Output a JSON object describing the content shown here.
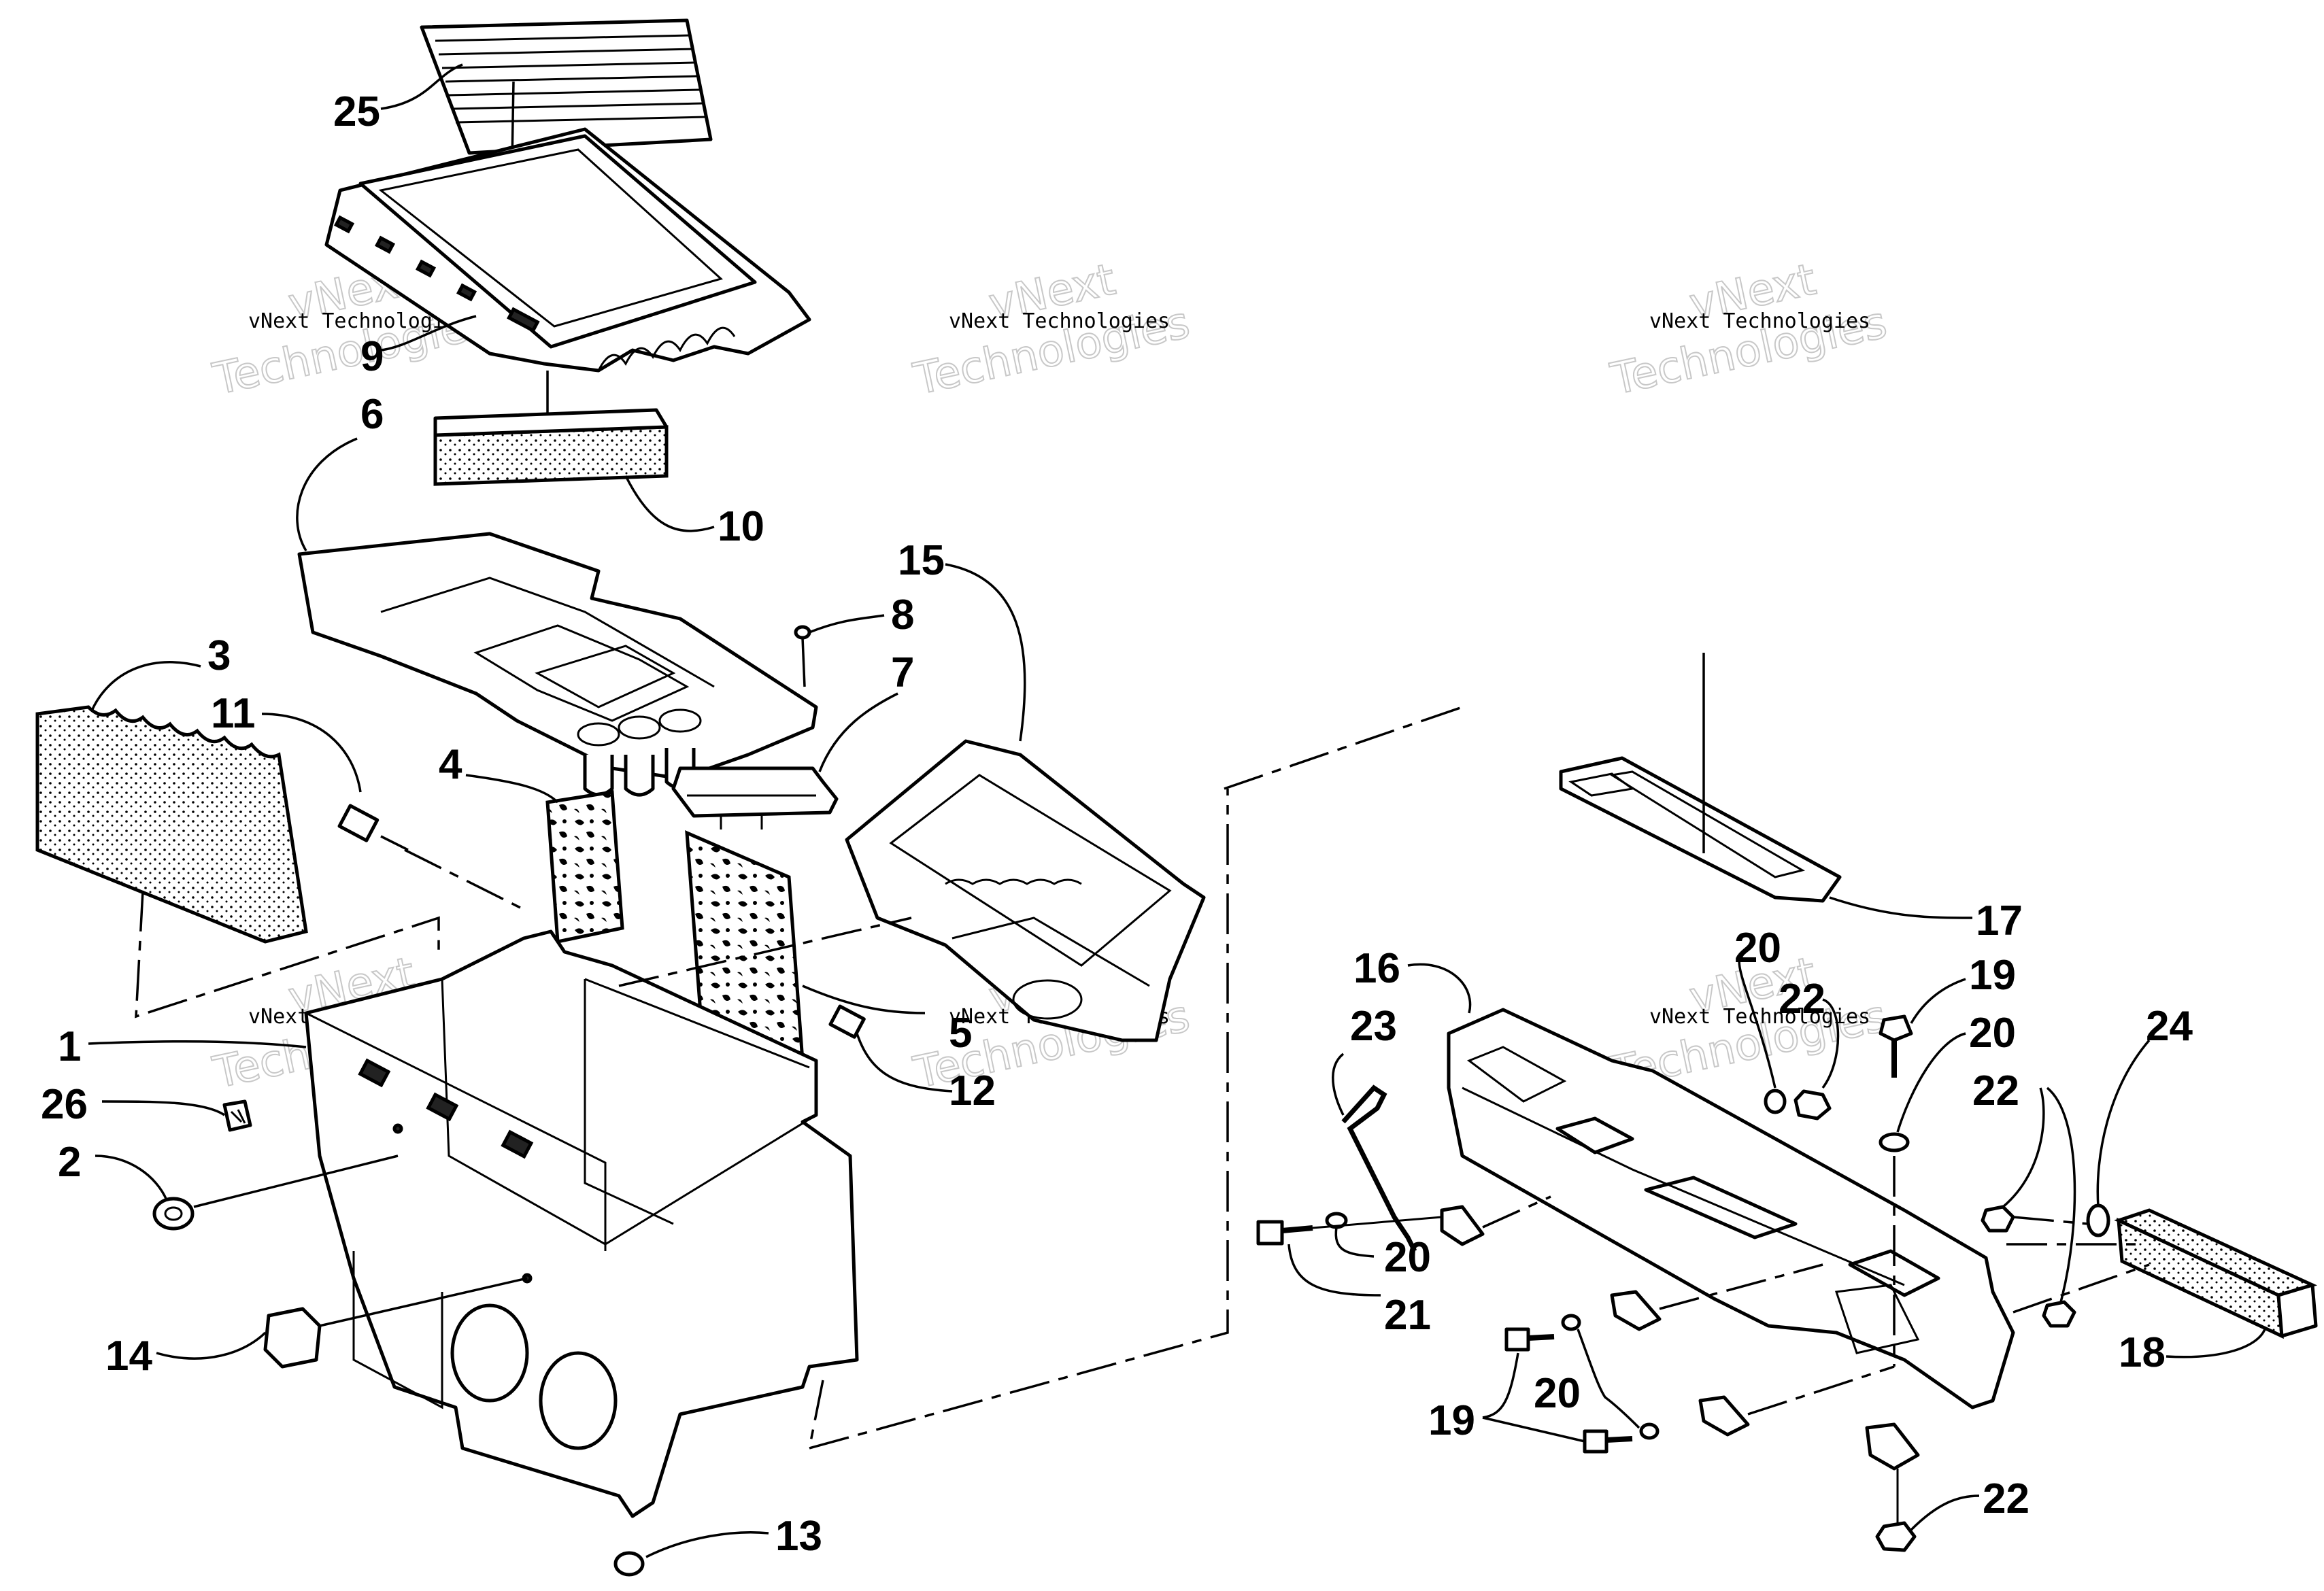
{
  "watermark": {
    "small_text": "vNext Technologies",
    "ghost_line1": "vNext",
    "ghost_line2": "Technologies"
  },
  "callouts": {
    "c1": "1",
    "c2": "2",
    "c3": "3",
    "c4": "4",
    "c5": "5",
    "c6": "6",
    "c7": "7",
    "c8": "8",
    "c9": "9",
    "c10": "10",
    "c11": "11",
    "c12": "12",
    "c13": "13",
    "c14": "14",
    "c15": "15",
    "c16": "16",
    "c17": "17",
    "c18": "18",
    "c19a": "19",
    "c19b": "19",
    "c20a": "20",
    "c20b": "20",
    "c20c": "20",
    "c20d": "20",
    "c21": "21",
    "c22a": "22",
    "c22b": "22",
    "c22c": "22",
    "c23": "23",
    "c24": "24",
    "c25": "25",
    "c26": "26"
  }
}
